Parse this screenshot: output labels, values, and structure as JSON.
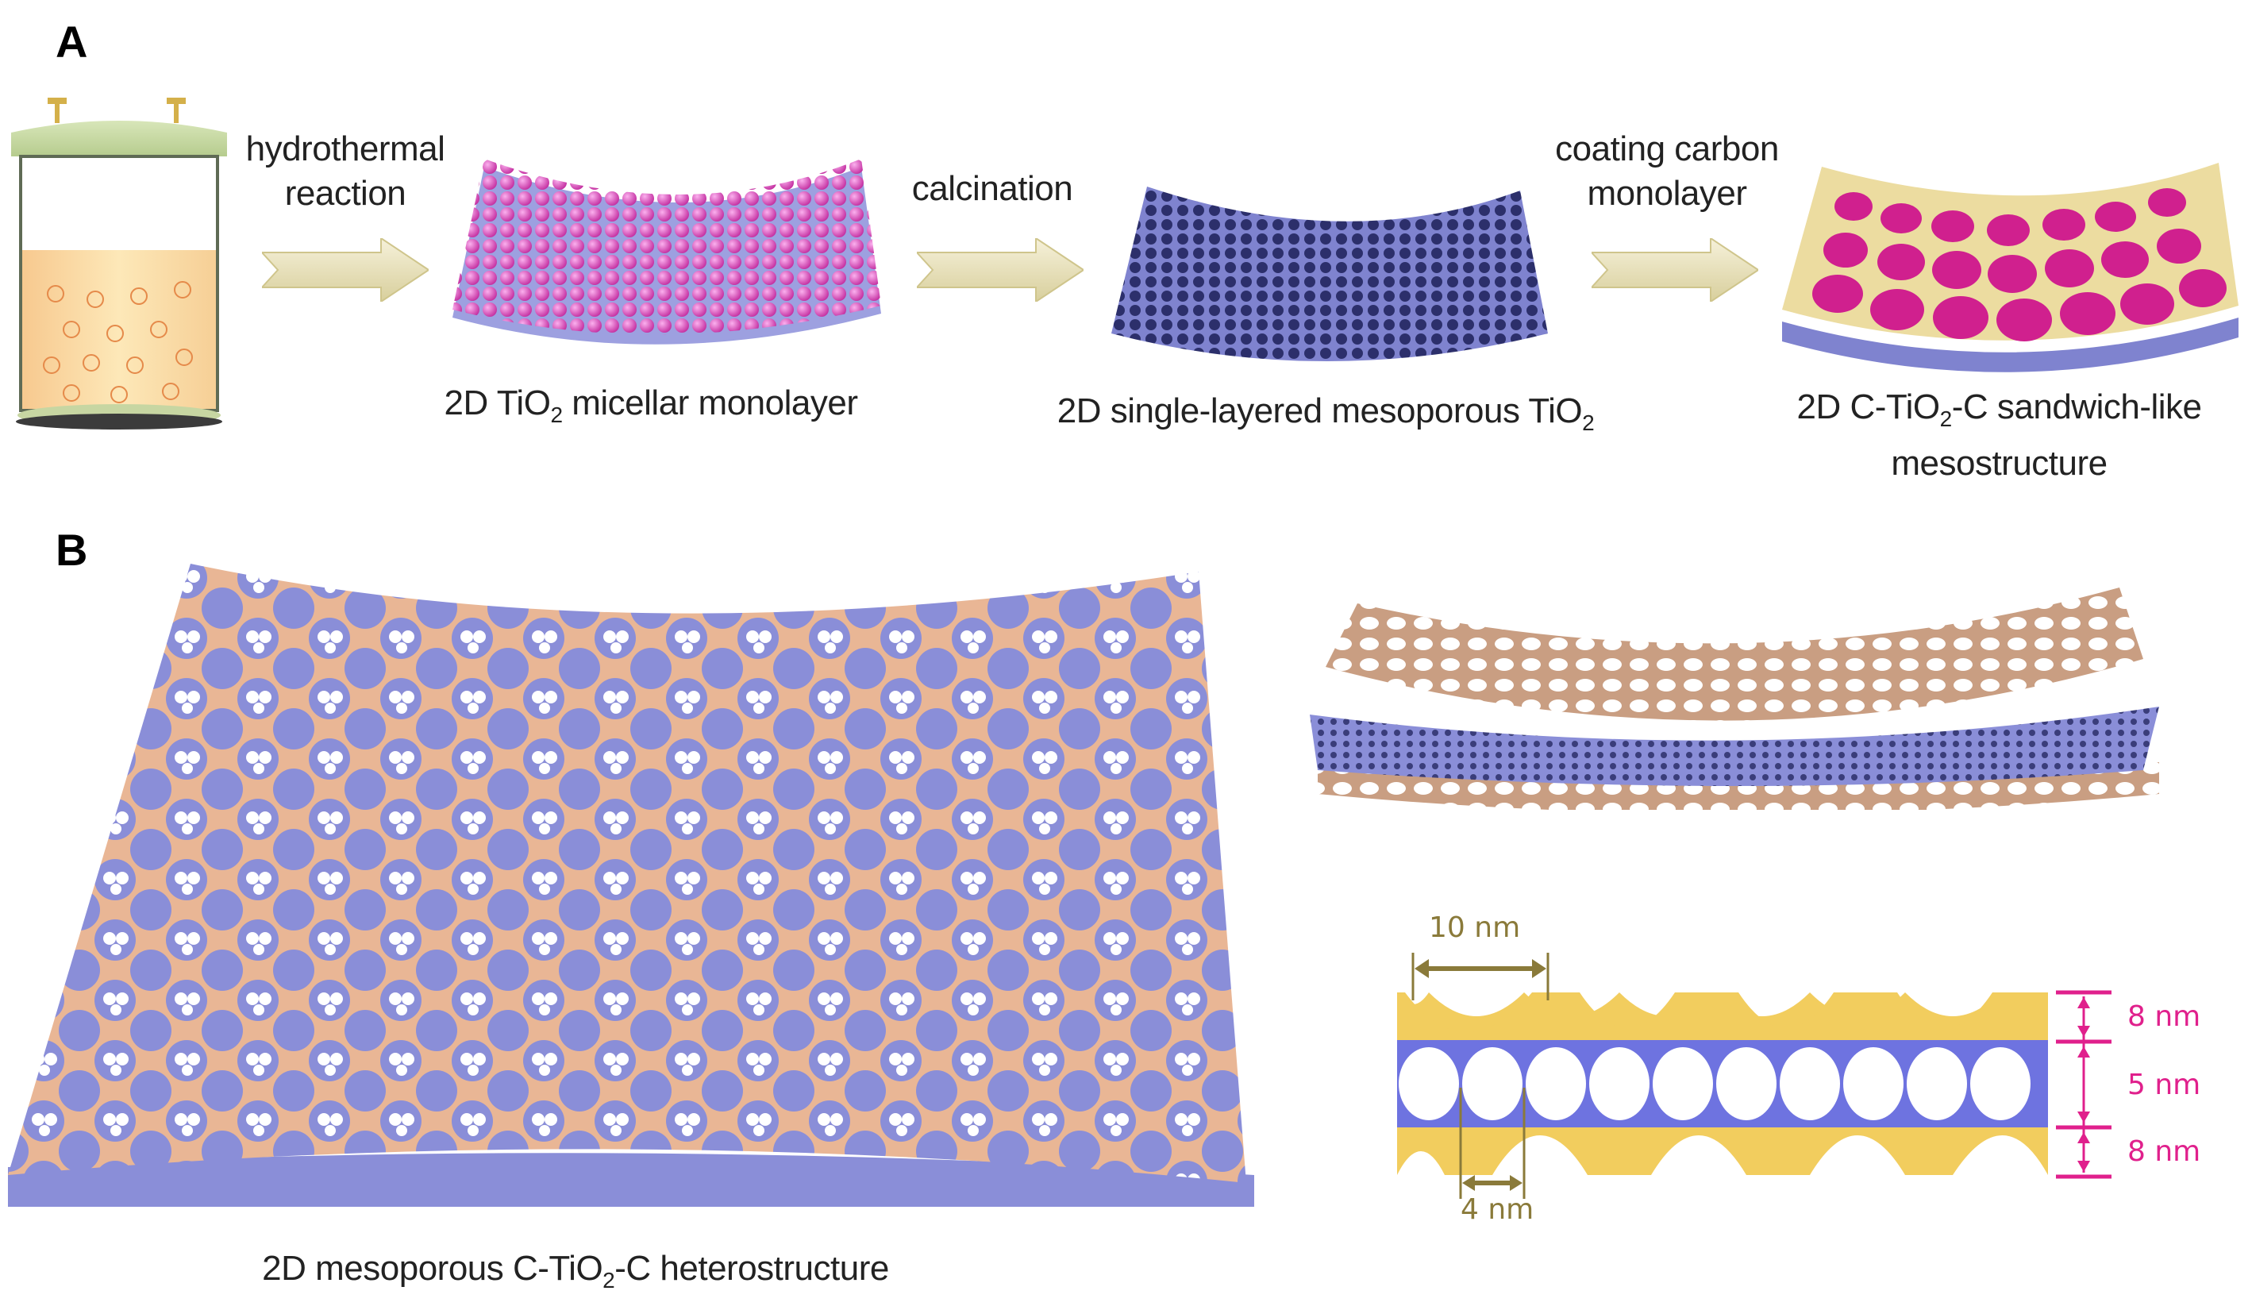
{
  "panels": {
    "a": {
      "label": "A",
      "steps": [
        {
          "line1": "hydrothermal",
          "line2": "reaction"
        },
        {
          "line1": "calcination",
          "line2": ""
        },
        {
          "line1": "coating carbon",
          "line2": "monolayer"
        }
      ],
      "products": [
        {
          "prefix": "2D TiO",
          "sub": "2",
          "suffix": " micellar monolayer",
          "line2": ""
        },
        {
          "prefix": "2D single-layered mesoporous TiO",
          "sub": "2",
          "suffix": "",
          "line2": ""
        },
        {
          "prefix": "2D C-TiO",
          "sub": "2",
          "suffix": "-C sandwich-like",
          "line2": "mesostructure"
        }
      ]
    },
    "b": {
      "label": "B",
      "caption": {
        "prefix": "2D mesoporous C-TiO",
        "sub": "2",
        "suffix": "-C heterostructure"
      },
      "dimensions": {
        "pore_period": "10 nm",
        "pore_gap": "4 nm",
        "top_layer": "8 nm",
        "middle_layer": "5 nm",
        "bottom_layer": "8 nm"
      }
    }
  },
  "colors": {
    "carbon_layer": "#e9b695",
    "tio2_layer": "#8a8ed8",
    "micelle": "#d846b8",
    "carbon_disk": "#d0208e",
    "gold": "#f2cd5e",
    "dim_olive": "#8a7a3a",
    "dim_magenta": "#e0208c",
    "arrow": "#ece5c0"
  }
}
